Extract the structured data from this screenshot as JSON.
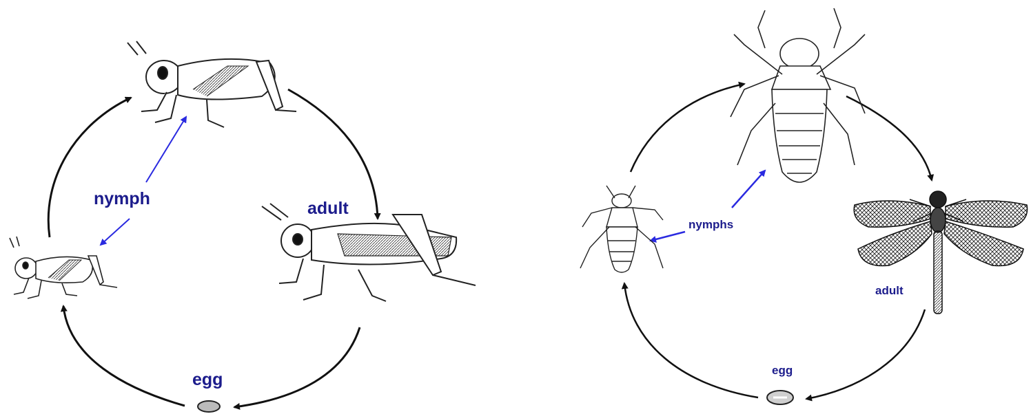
{
  "left_cycle": {
    "labels": {
      "nymph": "nymph",
      "adult": "adult",
      "egg": "egg"
    },
    "stages": [
      "egg",
      "small-nymph",
      "large-nymph",
      "adult"
    ]
  },
  "right_cycle": {
    "labels": {
      "nymphs": "nymphs",
      "adult": "adult",
      "egg": "egg"
    },
    "stages": [
      "egg",
      "small-nymph",
      "large-nymph",
      "adult"
    ]
  },
  "colors": {
    "label": "#1c1c8c",
    "pointer_arrow": "#2a2ae0",
    "cycle_arrow": "#111111",
    "drawing": "#222222"
  }
}
